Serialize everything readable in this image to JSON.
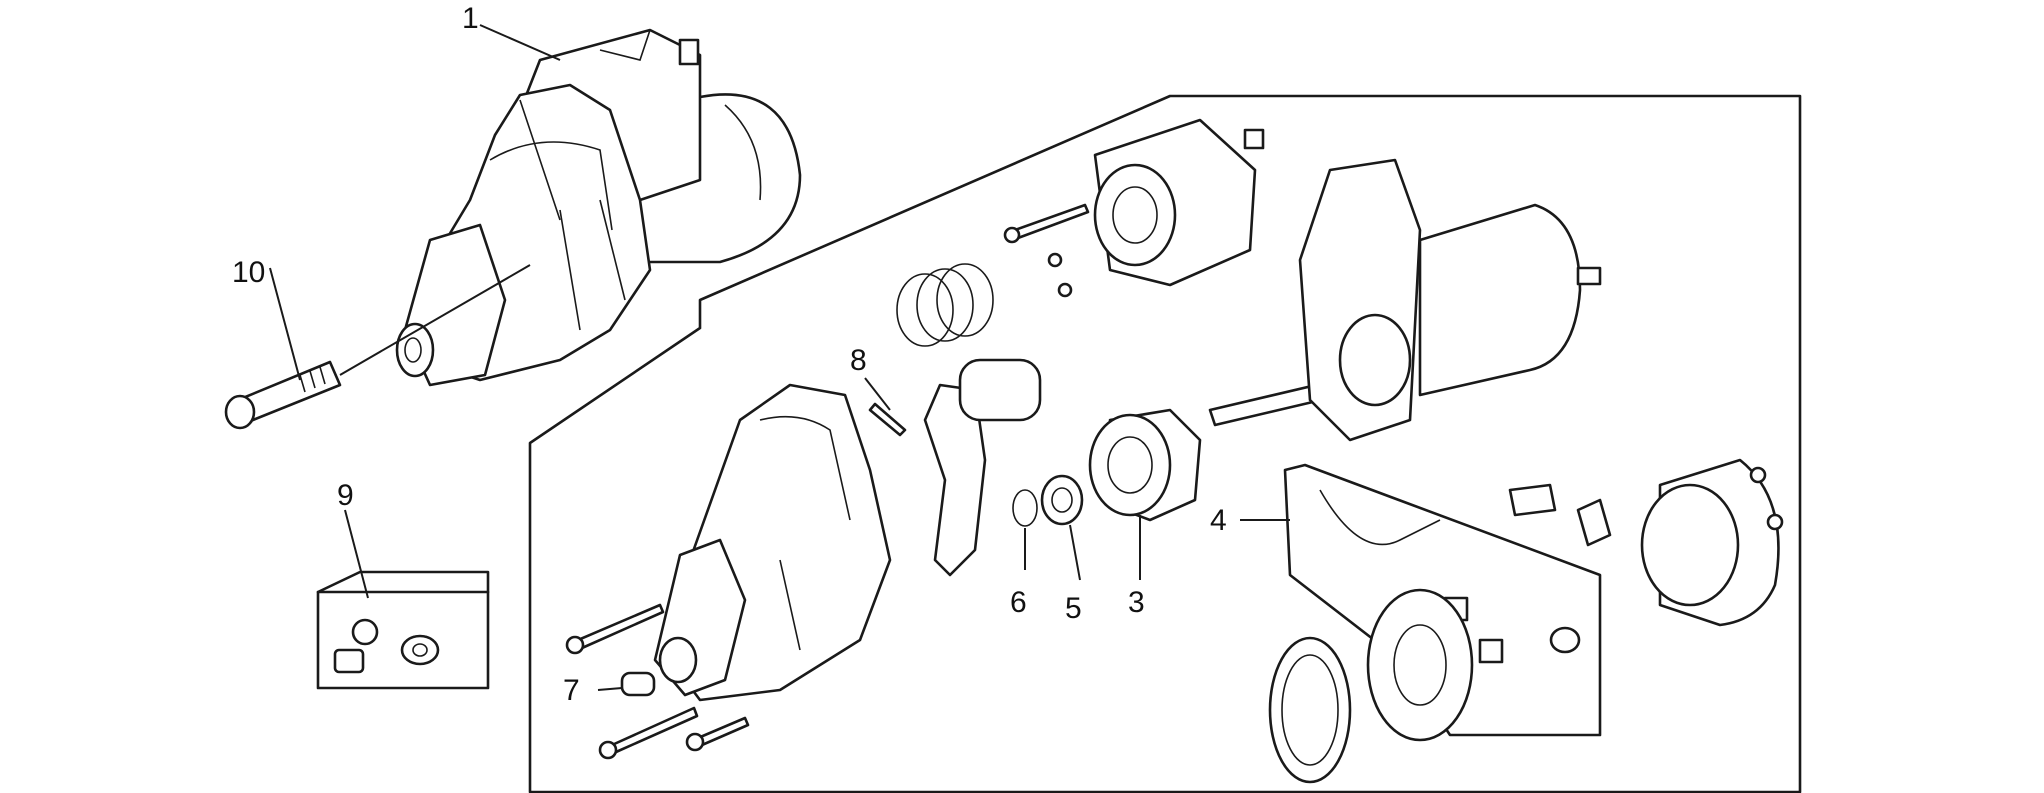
{
  "callouts": [
    {
      "id": "1",
      "text": "1"
    },
    {
      "id": "2",
      "text": "3"
    },
    {
      "id": "3",
      "text": "4"
    },
    {
      "id": "4",
      "text": "5"
    },
    {
      "id": "5",
      "text": "6"
    },
    {
      "id": "6",
      "text": "7"
    },
    {
      "id": "7",
      "text": "8"
    },
    {
      "id": "8",
      "text": "9"
    },
    {
      "id": "9",
      "text": "10"
    }
  ],
  "colors": {
    "ink": "#1a1a1a",
    "paper": "#ffffff"
  }
}
